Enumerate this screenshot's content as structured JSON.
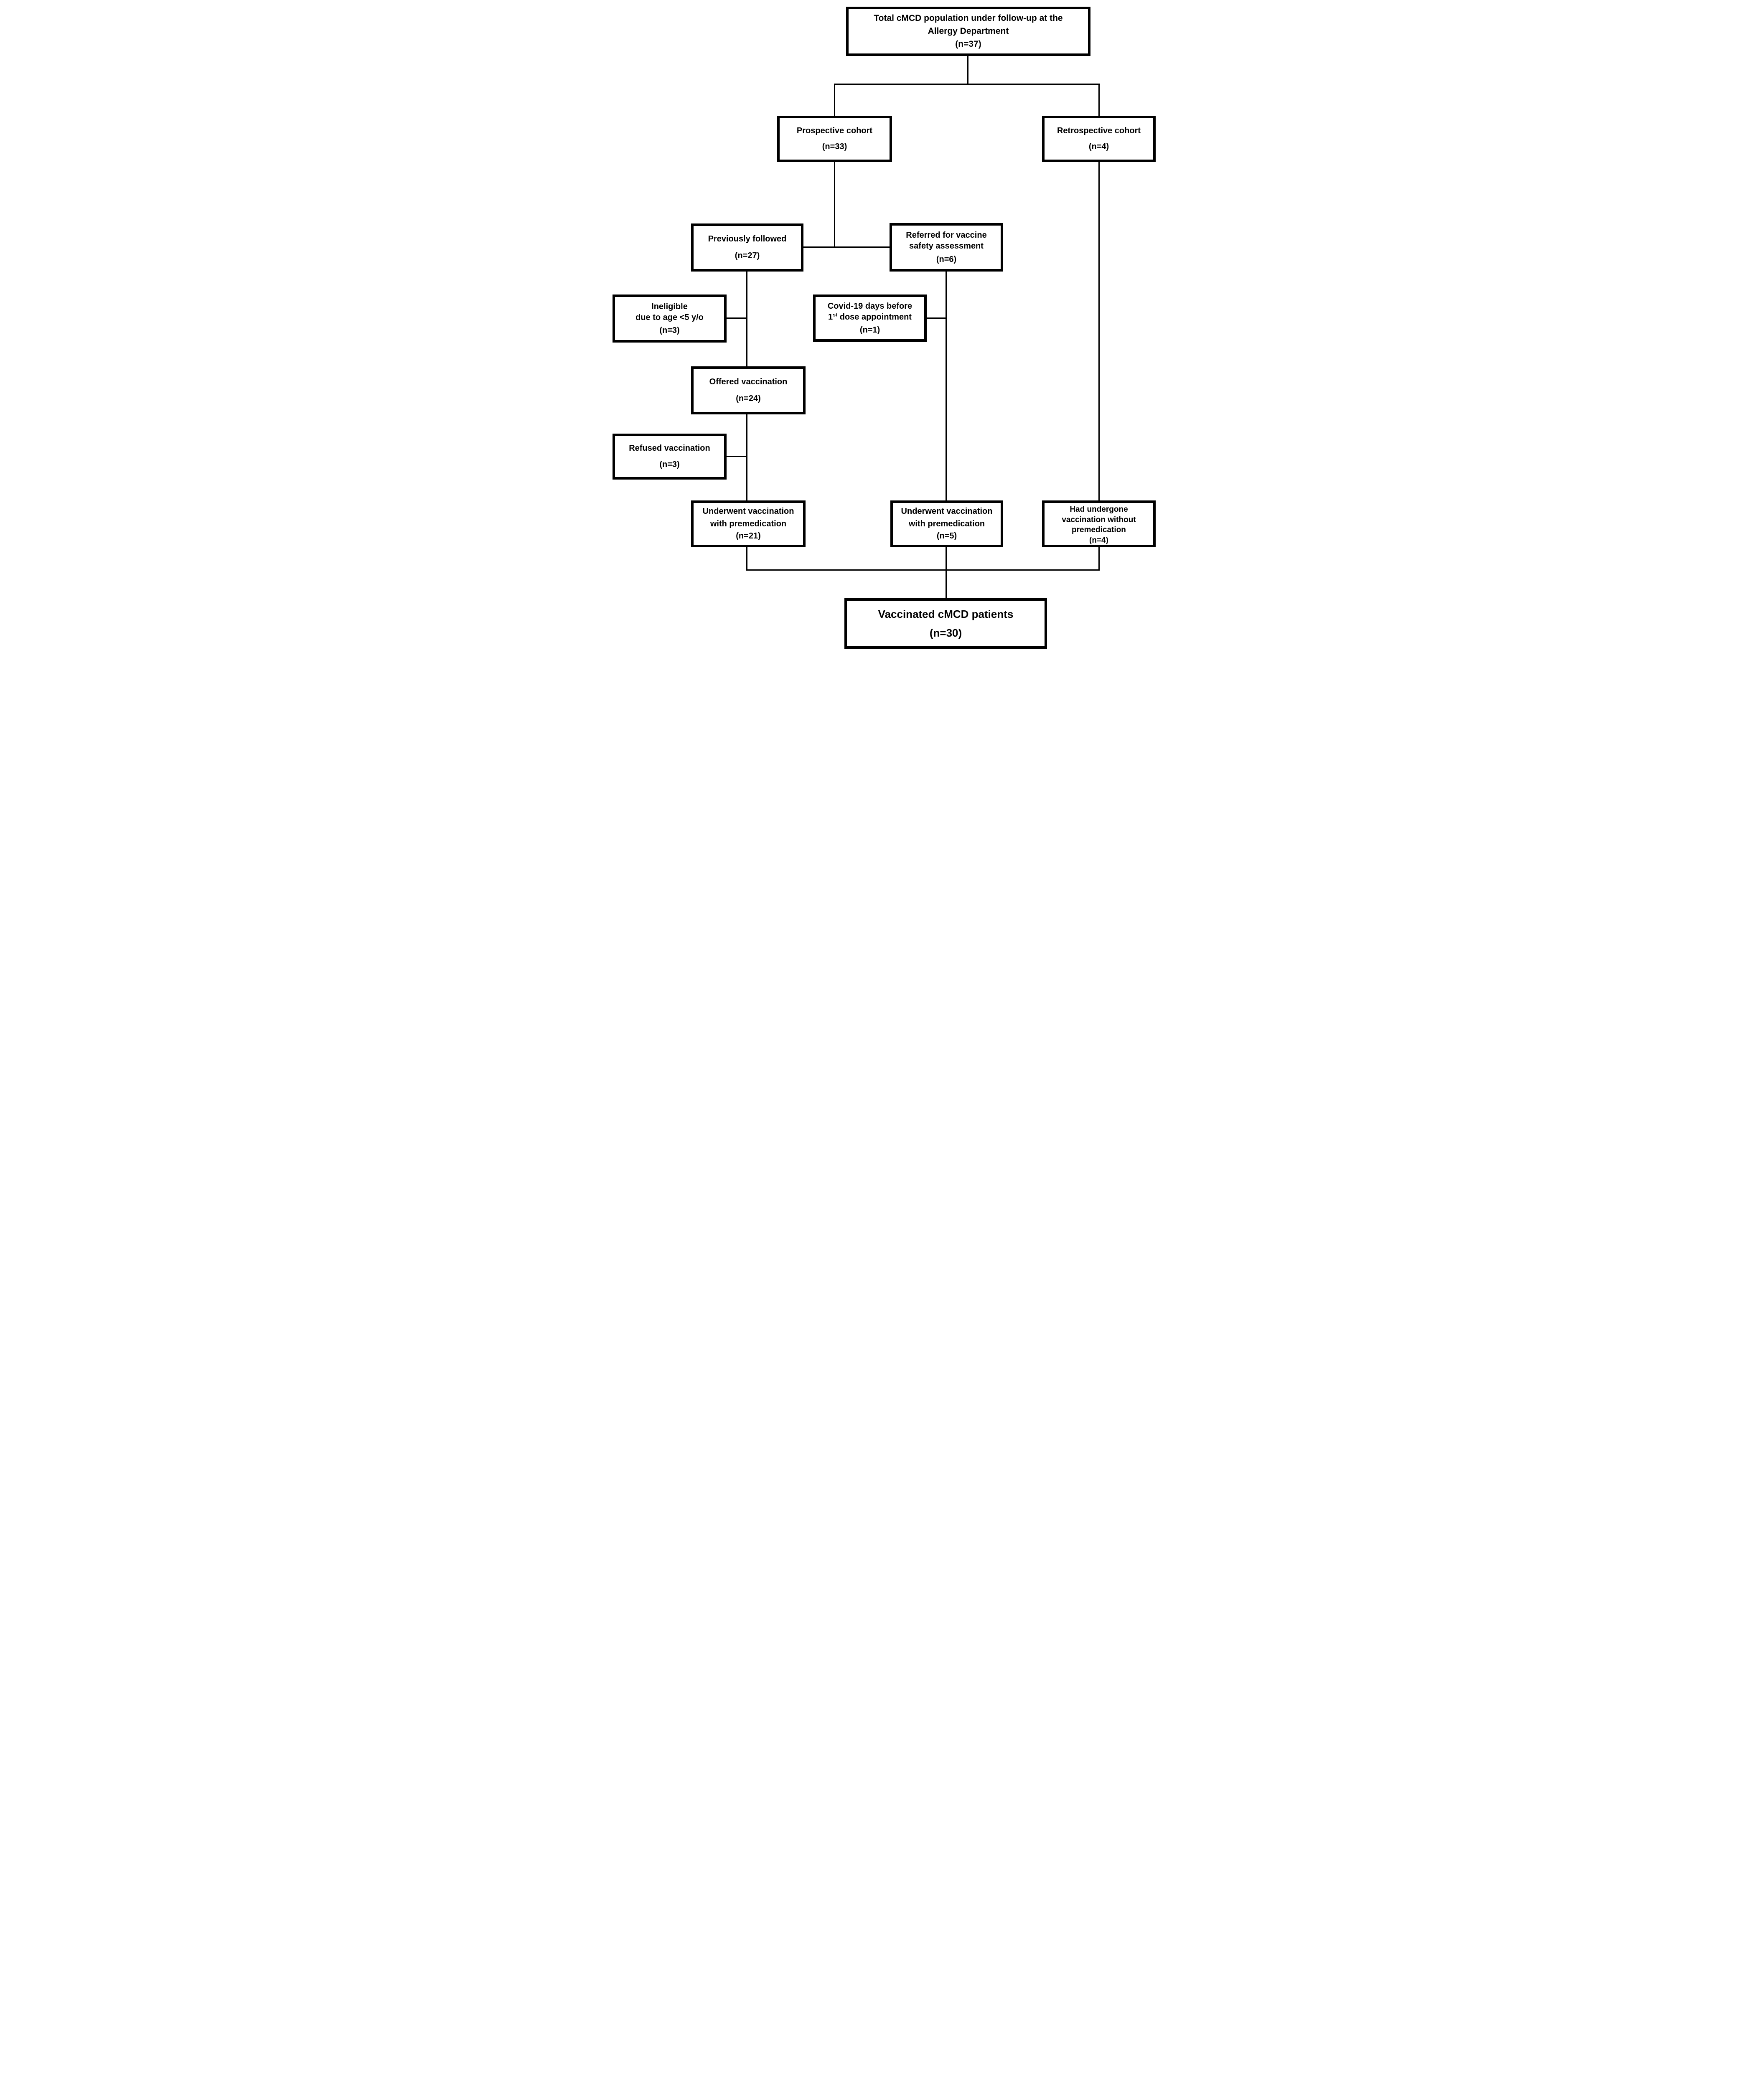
{
  "colors": {
    "background": "#ffffff",
    "box_border": "#000000",
    "connector": "#000000",
    "text": "#000000"
  },
  "boxes": {
    "total": {
      "lines": [
        "Total cMCD population under follow-up at the",
        "Allergy Department"
      ],
      "n": "(n=37)"
    },
    "prospective": {
      "lines": [
        "Prospective cohort"
      ],
      "n": "(n=33)"
    },
    "retrospective": {
      "lines": [
        "Retrospective cohort"
      ],
      "n": "(n=4)"
    },
    "previously_followed": {
      "lines": [
        "Previously followed"
      ],
      "n": "(n=27)"
    },
    "referred": {
      "lines": [
        "Referred for vaccine",
        "safety assessment"
      ],
      "n": "(n=6)"
    },
    "ineligible": {
      "lines": [
        "Ineligible",
        "due to age <5 y/o"
      ],
      "n": "(n=3)"
    },
    "covid": {
      "lines": [
        "Covid-19 days before"
      ],
      "line2_pre": "1",
      "line2_sup": "st",
      "line2_post": " dose appointment",
      "n": "(n=1)"
    },
    "offered": {
      "lines": [
        "Offered vaccination"
      ],
      "n": "(n=24)"
    },
    "refused": {
      "lines": [
        "Refused vaccination"
      ],
      "n": "(n=3)"
    },
    "underwent_premed_21": {
      "lines": [
        "Underwent vaccination",
        "with premedication"
      ],
      "n": "(n=21)"
    },
    "underwent_premed_5": {
      "lines": [
        "Underwent vaccination",
        "with premedication"
      ],
      "n": "(n=5)"
    },
    "had_undergone_4": {
      "lines": [
        "Had undergone",
        "vaccination without",
        "premedication"
      ],
      "n": "(n=4)"
    },
    "vaccinated": {
      "lines": [
        "Vaccinated cMCD patients"
      ],
      "n": "(n=30)"
    }
  }
}
